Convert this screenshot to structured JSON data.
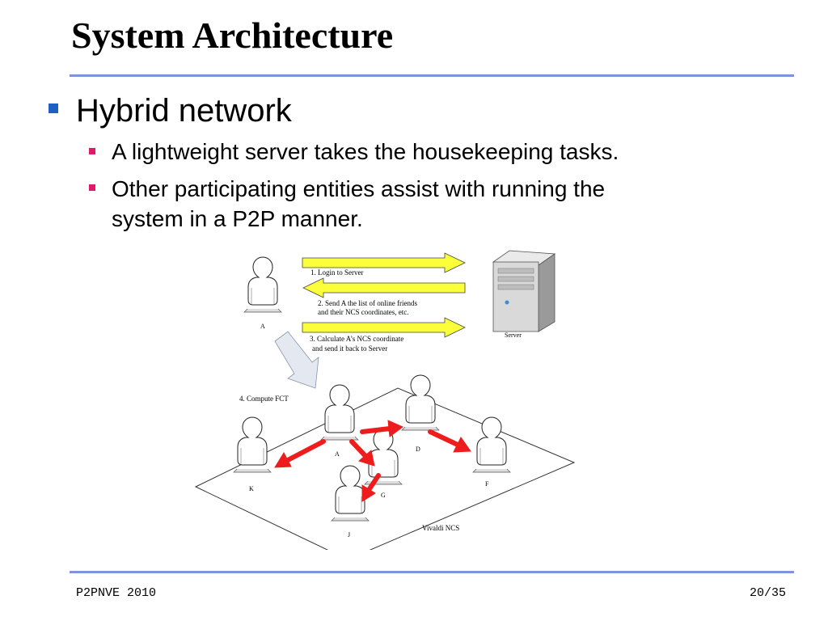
{
  "slide": {
    "title": "System Architecture",
    "bullet_level1": "Hybrid network",
    "bullets_level2": [
      {
        "line1": "A lightweight server takes the housekeeping tasks.",
        "line2": ""
      },
      {
        "line1": "Other participating entities assist with running the",
        "line2": "system in a P2P manner."
      }
    ],
    "footer_left": "P2PNVE 2010",
    "footer_right": "20/35"
  },
  "colors": {
    "accent_rule": "#7f93dd",
    "bullet_level1": "#1f5fc4",
    "bullet_level2": "#e0196b",
    "arrow_fill_yellow": "#fbff3b",
    "arrow_red": "#ee1c1c"
  },
  "diagram": {
    "steps": {
      "step1": "1. Login to Server",
      "step2_line1": "2. Send A the list of online friends",
      "step2_line2": "and their NCS coordinates, etc.",
      "step3_line1": "3. Calculate A’s NCS coordinate",
      "step3_line2": "and send it back to Server",
      "step4": "4. Compute FCT"
    },
    "labels": {
      "user_a": "A",
      "server": "Server",
      "node_a": "A",
      "node_d": "D",
      "node_k": "K",
      "node_g": "G",
      "node_f": "F",
      "node_j": "J",
      "plane": "Vivaldi NCS"
    },
    "icons": {
      "user": "person-silhouette-icon",
      "server": "server-tower-icon"
    }
  }
}
